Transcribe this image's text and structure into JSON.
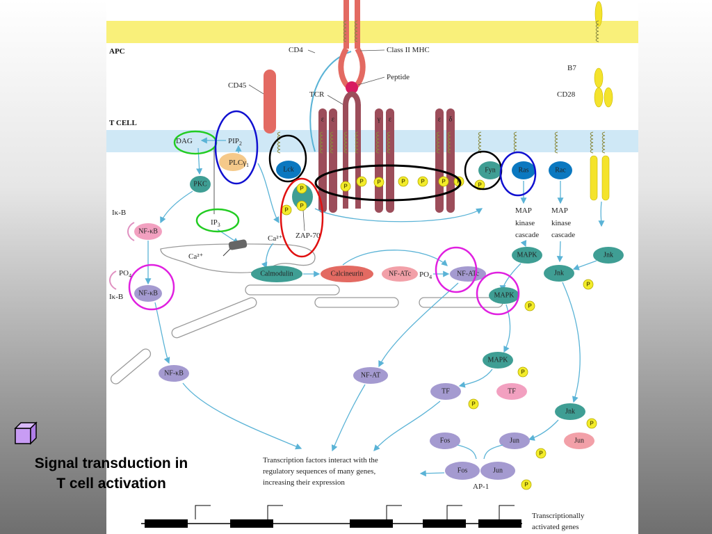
{
  "caption": "Signal transduction in\nT cell activation",
  "regions": {
    "apc": "APC",
    "tcell": "T CELL"
  },
  "labels": {
    "cd4": "CD4",
    "class_ii_mhc": "Class II MHC",
    "peptide": "Peptide",
    "cd45": "CD45",
    "tcr": "TCR",
    "b7": "B7",
    "cd28": "CD28",
    "dag": "DAG",
    "pip2": "PIP",
    "pip2_sub": "2",
    "plc": "PLCγ",
    "plc_sub": "1",
    "ip3": "IP",
    "ip3_sub": "3",
    "pkc": "PKC",
    "ca": "Ca²⁺",
    "ca_short": "Ca²⁺",
    "ikb_top": "Iκ-B",
    "ikb_bottom": "Iκ-B",
    "po4": "PO",
    "po4_sub": "4",
    "lck": "Lck",
    "zap70": "ZAP-70",
    "fyn": "Fyn",
    "ras": "Ras",
    "rac": "Rac",
    "map_cascade_1": [
      "MAP",
      "kinase",
      "cascade"
    ],
    "map_cascade_2": [
      "MAP",
      "kinase",
      "cascade"
    ],
    "calmodulin": "Calmodulin",
    "calcineurin": "Calcineurin",
    "nfatc_po4": "NF-ATc",
    "po4_2": "PO",
    "po4_2_sub": "4",
    "nfatc": "NF-ATc",
    "nfkb": "NF-κB",
    "nfat": "NF-AT",
    "mapk": "MAPK",
    "jnk": "Jnk",
    "tf": "TF",
    "fos": "Fos",
    "jun": "Jun",
    "ap1": "AP-1",
    "p": "P",
    "tcr_chain_1": "ε",
    "tcr_chain_2": "ε",
    "tcr_chain_3": "γ",
    "tcr_chain_4": "ε",
    "tcr_chain_5": "ε",
    "tcr_chain_6": "δ",
    "transcription_note": [
      "Transcription factors interact with the",
      "regulatory sequences of many genes,",
      "increasing their expression"
    ],
    "genes_note": [
      "Transcriptionally",
      "activated genes"
    ]
  },
  "colors": {
    "apc_membrane": "#f9f07a",
    "tcell_membrane": "#cfe8f6",
    "arrow": "#5ab3d6",
    "teal": "#3f9e94",
    "purple": "#a49ad0",
    "pink": "#f2a0a8",
    "red": "#e36a62",
    "phospho": "#f3ec2a",
    "maroon": "#9c4d5a",
    "blue": "#0b5fa3",
    "highlight_green": "#22cc22",
    "highlight_blue": "#1010d0",
    "highlight_black": "#000000",
    "highlight_red": "#e01010",
    "highlight_magenta": "#e020e0",
    "cube": "#c89cf4"
  }
}
